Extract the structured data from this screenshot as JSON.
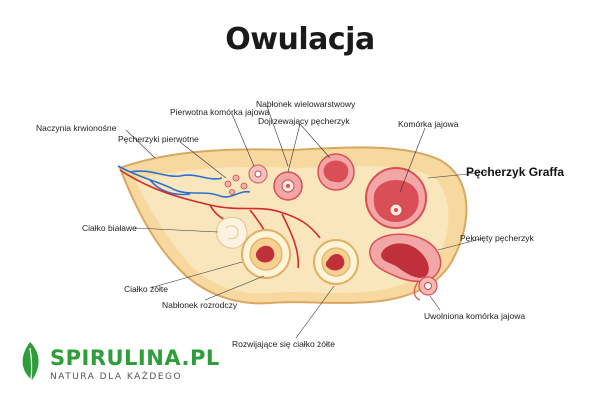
{
  "title": "Owulacja",
  "labels": {
    "naczynia": "Naczynia krwionośne",
    "pecherzyki_pierwotne": "Pęcherzyki pierwotne",
    "pierwotna_komorka": "Pierwotna komórka jajowa",
    "nablonek_wielowarstwowy": "Nabłonek wielowarstwowy",
    "dojrzewajacy": "Dojrzewający pęcherzyk",
    "komorka_jajowa": "Komórka jajowa",
    "pecherzyk_graffa": "Pęcherzyk Graffa",
    "cialko_biale": "Ciałko białawe",
    "pekniety": "Pęknięty pęcherzyk",
    "cialko_zolte": "Ciałko żółte",
    "nablonek_rozrodczy": "Nabłonek rozrodczy",
    "uwolniona": "Uwolniona komórka jajowa",
    "rozwijajace": "Rozwijające się ciałko żółte"
  },
  "logo": {
    "name": "SPIRULINA.PL",
    "tagline": "NATURA DLA KAŻDEGO"
  },
  "colors": {
    "ovary_fill": "#f7d9a0",
    "ovary_stroke": "#d8a860",
    "follicle_pink": "#f2a6a6",
    "follicle_dark": "#d94f55",
    "vessel_blue": "#2f6fd1",
    "vessel_red": "#d42a2a",
    "logo_green": "#2e9d3a"
  }
}
